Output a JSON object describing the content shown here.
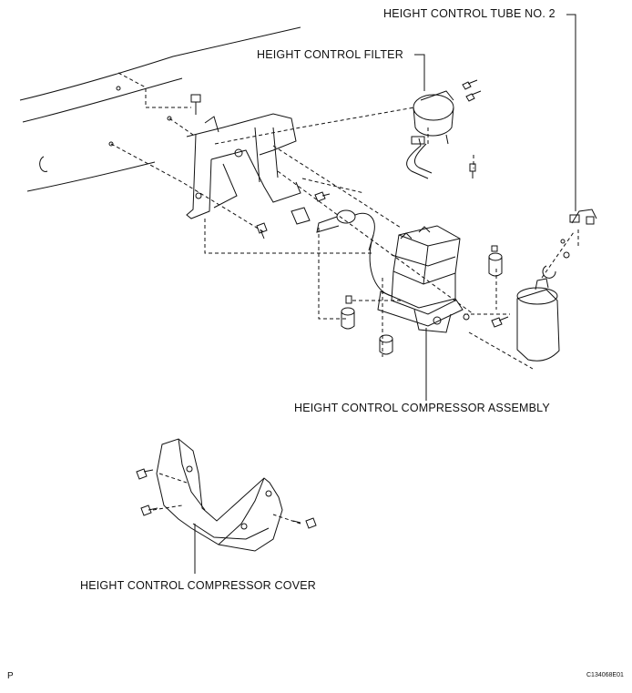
{
  "labels": {
    "tube": "HEIGHT CONTROL TUBE NO. 2",
    "filter": "HEIGHT CONTROL FILTER",
    "compressor": "HEIGHT CONTROL COMPRESSOR ASSEMBLY",
    "cover": "HEIGHT CONTROL COMPRESSOR COVER"
  },
  "corner_mark": "P",
  "figure_code": "C134068E01"
}
